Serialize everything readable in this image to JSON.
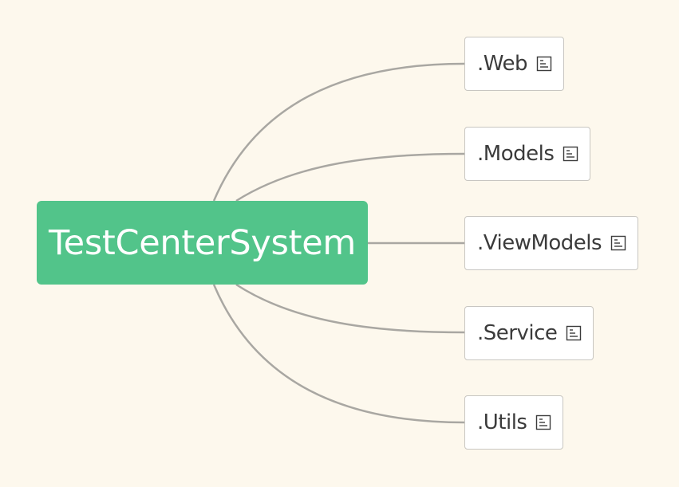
{
  "mindmap": {
    "root": {
      "label": "TestCenterSystem"
    },
    "children": [
      {
        "label": ".Web",
        "icon": "note-icon"
      },
      {
        "label": ".Models",
        "icon": "note-icon"
      },
      {
        "label": ".ViewModels",
        "icon": "note-icon"
      },
      {
        "label": ".Service",
        "icon": "note-icon"
      },
      {
        "label": ".Utils",
        "icon": "note-icon"
      }
    ]
  },
  "colors": {
    "background": "#fdf8ed",
    "root_fill": "#52c48a",
    "root_text": "#ffffff",
    "child_fill": "#ffffff",
    "child_border": "#c8c6c1",
    "child_text": "#3b3b3b",
    "connector": "#a9a7a2"
  }
}
